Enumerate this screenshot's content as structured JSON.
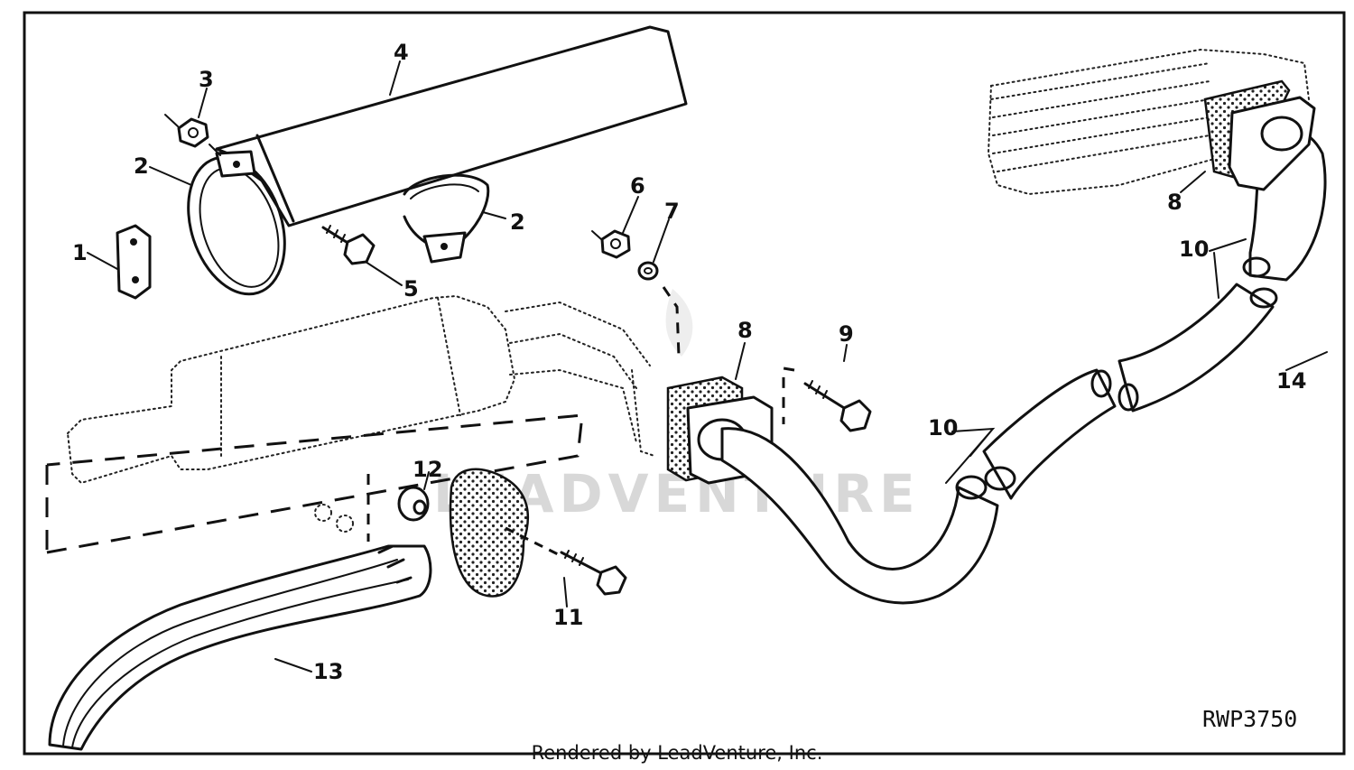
{
  "diagram": {
    "figure_code": "RWP3750",
    "watermark": "LEADVENTURE",
    "footer_credit": "Rendered by LeadVenture, Inc.",
    "callouts": [
      "1",
      "2",
      "3",
      "4",
      "5",
      "6",
      "7",
      "8",
      "9",
      "10",
      "11",
      "12",
      "13",
      "14"
    ],
    "callout_2_second": "2",
    "callout_8_second": "8",
    "callout_10_second": "10"
  }
}
